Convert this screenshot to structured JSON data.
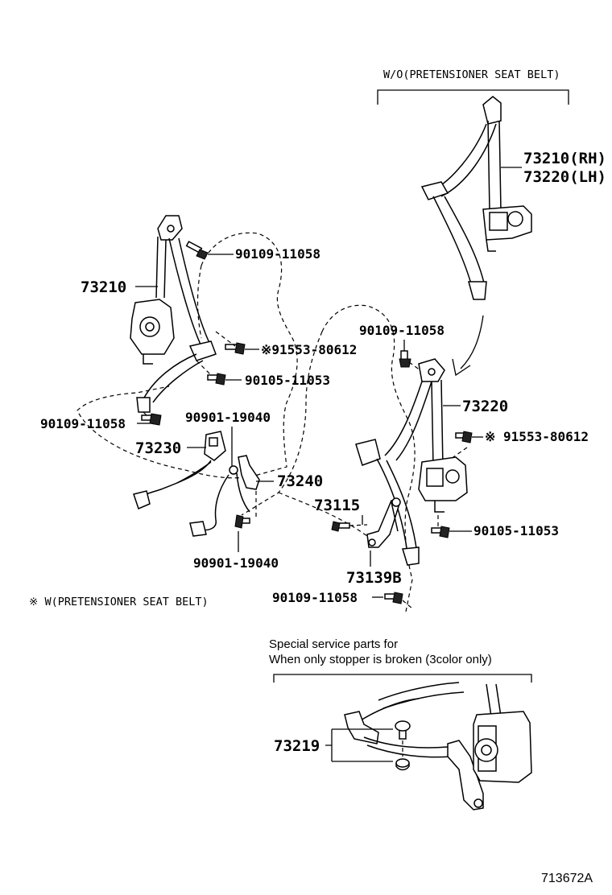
{
  "header": {
    "variant_without": "W/O(PRETENSIONER SEAT BELT)"
  },
  "callouts": {
    "p73210_rh": "73210(RH)",
    "p73220_lh": "73220(LH)",
    "p73210": "73210",
    "p90109_a": "90109-11058",
    "p91553_a": "※91553-80612",
    "p90105_a": "90105-11053",
    "p90109_b": "90109-11058",
    "p90901_a": "90901-19040",
    "p73230": "73230",
    "p73240": "73240",
    "p90901_b": "90901-19040",
    "p90109_c": "90109-11058",
    "p73220": "73220",
    "p91553_b": "※ 91553-80612",
    "p73115": "73115",
    "p90105_b": "90105-11053",
    "p73139b": "73139B",
    "p90109_d": "90109-11058",
    "p73219": "73219"
  },
  "notes": {
    "with_pretensioner": "※ W(PRETENSIONER SEAT BELT)",
    "special_line1": "Special service parts for",
    "special_line2": "When only stopper is broken (3color only)"
  },
  "figure_number": "713672A"
}
